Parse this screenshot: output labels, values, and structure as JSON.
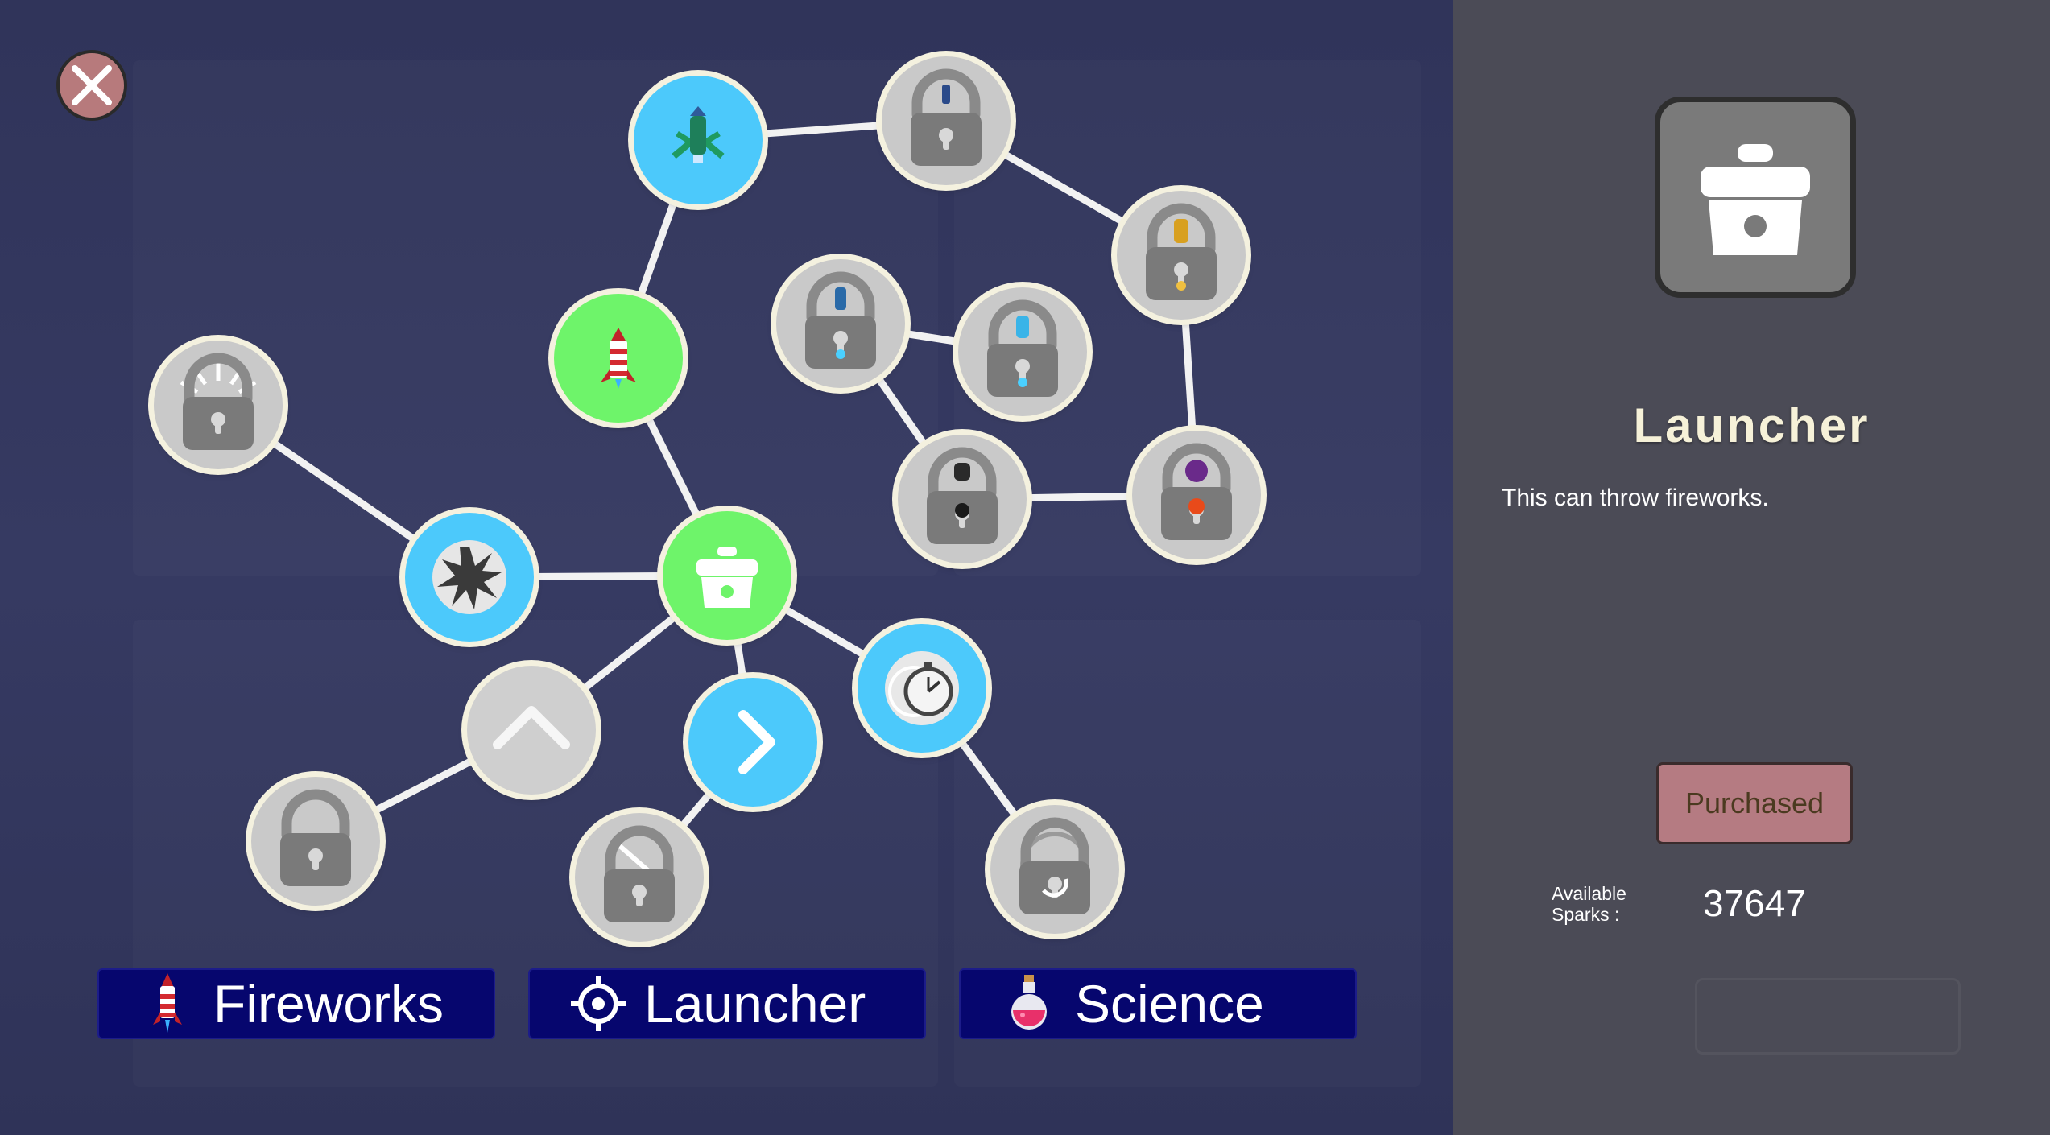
{
  "tabs": [
    {
      "label": "Fireworks",
      "icon": "rocket-icon"
    },
    {
      "label": "Launcher",
      "icon": "crosshair-icon"
    },
    {
      "label": "Science",
      "icon": "potion-icon"
    }
  ],
  "selected": {
    "title": "Launcher",
    "description": "This can throw fireworks.",
    "icon": "launcher-box-icon",
    "button_label": "Purchased"
  },
  "sparks": {
    "label": "Available Sparks :",
    "value": "37647"
  },
  "colors": {
    "unlocked_blue": "#4cc9fb",
    "purchased_green": "#6ef46a",
    "locked_grey": "#c9c9c9",
    "tab_navy": "#06066e",
    "purchased_button": "#b57b82"
  },
  "nodes": [
    {
      "id": "seaweed-firework",
      "state": "unlocked",
      "icon": "green-rocket-icon"
    },
    {
      "id": "locked-top",
      "state": "locked",
      "icon": "lock-icon"
    },
    {
      "id": "locked-gold",
      "state": "locked",
      "icon": "lock-icon"
    },
    {
      "id": "basic-firework",
      "state": "purchased",
      "icon": "red-rocket-icon"
    },
    {
      "id": "locked-blue-a",
      "state": "locked",
      "icon": "lock-icon"
    },
    {
      "id": "locked-blue-b",
      "state": "locked",
      "icon": "lock-icon"
    },
    {
      "id": "locked-black",
      "state": "locked",
      "icon": "lock-icon"
    },
    {
      "id": "locked-purple",
      "state": "locked",
      "icon": "lock-icon"
    },
    {
      "id": "locked-spark",
      "state": "locked",
      "icon": "lock-icon"
    },
    {
      "id": "explosion",
      "state": "unlocked",
      "icon": "explosion-icon"
    },
    {
      "id": "launcher",
      "state": "purchased",
      "icon": "launcher-box-icon"
    },
    {
      "id": "timer",
      "state": "unlocked",
      "icon": "stopwatch-icon"
    },
    {
      "id": "angle-up",
      "state": "available",
      "icon": "chevron-up-icon"
    },
    {
      "id": "angle-right",
      "state": "unlocked",
      "icon": "chevron-right-icon"
    },
    {
      "id": "locked-left-bottom",
      "state": "locked",
      "icon": "lock-icon"
    },
    {
      "id": "locked-middle-bottom",
      "state": "locked",
      "icon": "lock-icon"
    },
    {
      "id": "locked-timer",
      "state": "locked",
      "icon": "lock-icon"
    }
  ]
}
